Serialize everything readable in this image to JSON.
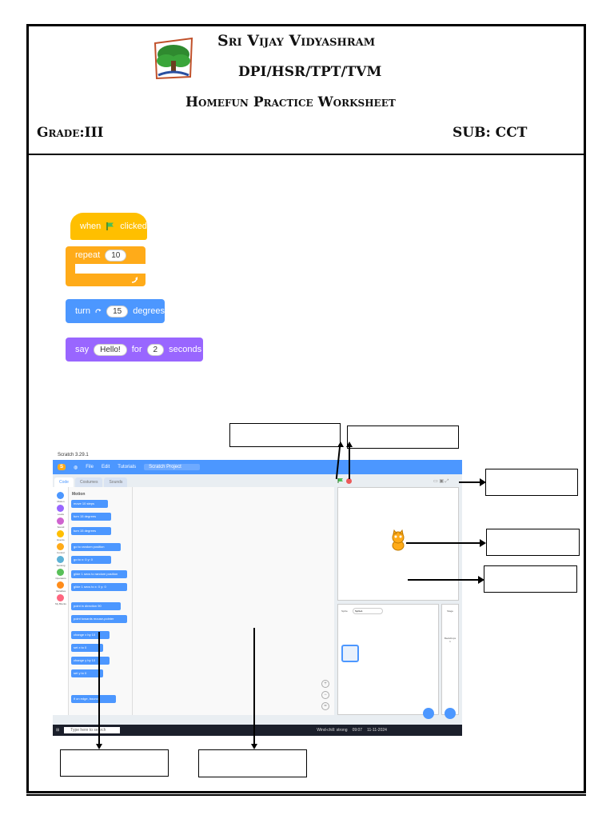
{
  "header": {
    "school": "Sri Vijay Vidyashram",
    "branches": "DPI/HSR/TPT/TVM",
    "worksheet": "Homefun Practice Worksheet",
    "grade": "Grade:III",
    "subject": "SUB: CCT"
  },
  "blocks": {
    "when_flag": {
      "pre": "when",
      "post": "clicked"
    },
    "repeat": {
      "label": "repeat",
      "value": "10"
    },
    "turn": {
      "label": "turn",
      "value": "15",
      "unit": "degrees"
    },
    "say": {
      "label": "say",
      "text": "Hello!",
      "for": "for",
      "value": "2",
      "unit": "seconds"
    }
  },
  "scratch": {
    "window_title": "Scratch 3.29.1",
    "menu": {
      "file": "File",
      "edit": "Edit",
      "tutorials": "Tutorials",
      "project": "Scratch Project"
    },
    "tabs": {
      "code": "Code",
      "costumes": "Costumes",
      "sounds": "Sounds"
    },
    "categories": [
      "Motion",
      "Looks",
      "Sound",
      "Events",
      "Control",
      "Sensing",
      "Operators",
      "Variables",
      "My Blocks"
    ],
    "palette_title": "Motion",
    "palette_blocks": [
      "move 10 steps",
      "turn 15 degrees",
      "turn 15 degrees",
      "go to random position",
      "go to x: 0 y: 0",
      "glide 1 secs to random position",
      "glide 1 secs to x: 0 y: 0",
      "point in direction 90",
      "point towards mouse-pointer",
      "change x by 10",
      "set x to 0",
      "change y by 10",
      "set y to 0",
      "if on edge, bounce"
    ],
    "sprite_label": "Sprite",
    "sprite_name": "Sprite1",
    "stage_label": "Stage",
    "backdrops": "Backdrops",
    "backdrop_count": "1",
    "taskbar_search": "Type here to search",
    "weather": "Wind-chill: strong",
    "time": "09:07",
    "date": "11-11-2024"
  },
  "colors": {
    "motion": "#4c97ff",
    "control": "#ffab19",
    "looks": "#9966ff",
    "events": "#ffbf00"
  }
}
